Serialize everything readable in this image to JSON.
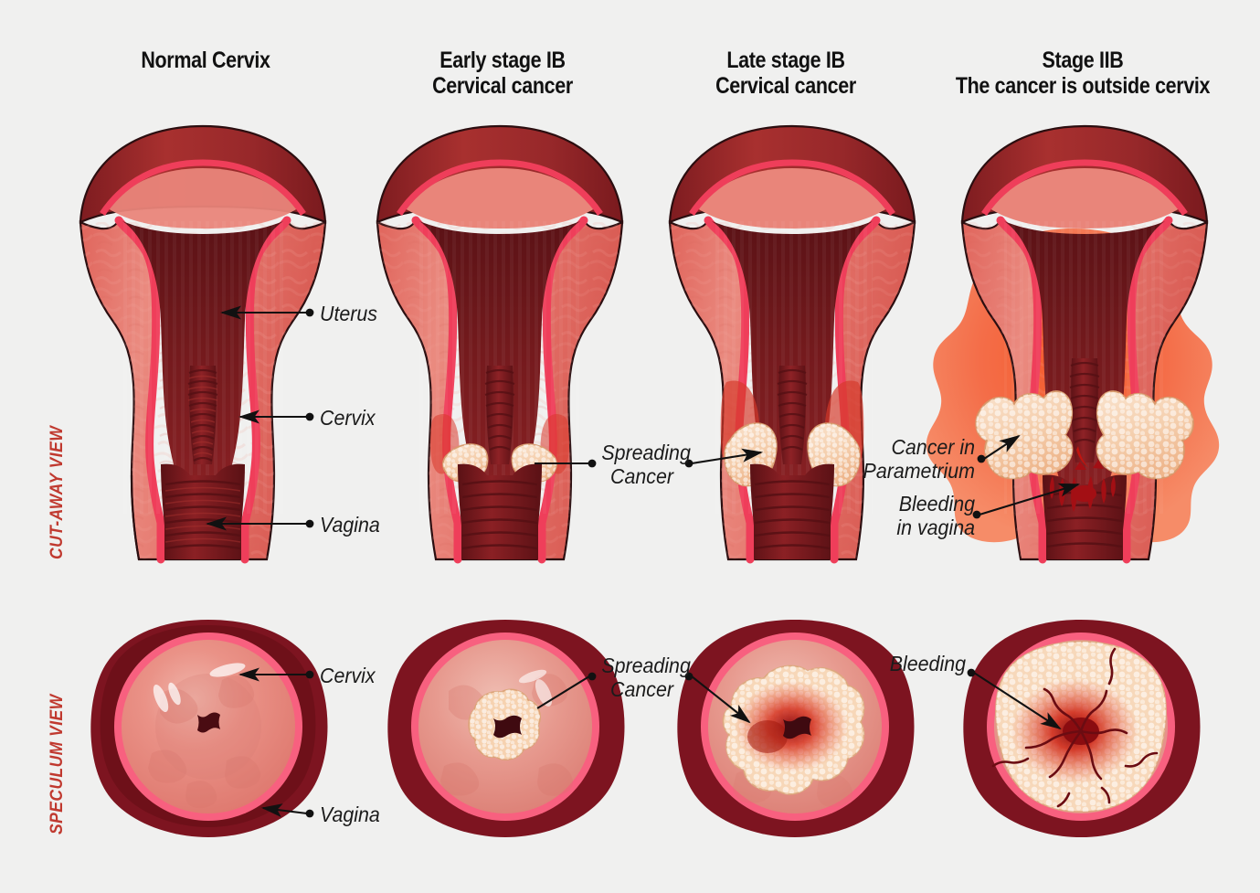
{
  "background_color": "#f0f0ef",
  "accent_color": "#c0392f",
  "row_labels": [
    {
      "id": "cut-away-view",
      "text": "CUT-AWAY VIEW"
    },
    {
      "id": "speculum-view",
      "text": "SPECULUM VIEW"
    }
  ],
  "columns": [
    {
      "id": "normal-cervix",
      "title": "Normal Cervix"
    },
    {
      "id": "early-stage-ib",
      "title": "Early stage IB\nCervical cancer"
    },
    {
      "id": "late-stage-ib",
      "title": "Late stage IB\nCervical cancer"
    },
    {
      "id": "stage-iib",
      "title": "Stage IIB\nThe cancer is outside cervix"
    }
  ],
  "annotations": {
    "cutaway": [
      {
        "id": "uterus",
        "text": "Uterus"
      },
      {
        "id": "cervix",
        "text": "Cervix"
      },
      {
        "id": "vagina",
        "text": "Vagina"
      },
      {
        "id": "spreading-cancer",
        "text": "Spreading\nCancer"
      },
      {
        "id": "cancer-in-parametrium",
        "text": "Cancer in\nParametrium"
      },
      {
        "id": "bleeding-in-vagina",
        "text": "Bleeding\nin vagina"
      }
    ],
    "speculum": [
      {
        "id": "cervix",
        "text": "Cervix"
      },
      {
        "id": "vagina",
        "text": "Vagina"
      },
      {
        "id": "spreading-cancer",
        "text": "Spreading\nCancer"
      },
      {
        "id": "bleeding",
        "text": "Bleeding"
      }
    ]
  },
  "palette": {
    "serosa_dark": "#8e2225",
    "serosa_mid": "#a52a2c",
    "myometrium": "#e0655c",
    "myometrium_light": "#e8837a",
    "endometrium_pink": "#ef3e5a",
    "cavity_dark": "#5d1418",
    "cavity_mid": "#7d1b1e",
    "tumor_cream": "#f7d9bf",
    "tumor_edge": "#e8a97e",
    "parametrium_orange": "#f4511e",
    "vagina_ring": "#7d1420",
    "cervix_ring_pink": "#f8607f",
    "cervix_face": "#e98b80",
    "blood_dark": "#8d0f14",
    "outline": "#2b0e10"
  }
}
